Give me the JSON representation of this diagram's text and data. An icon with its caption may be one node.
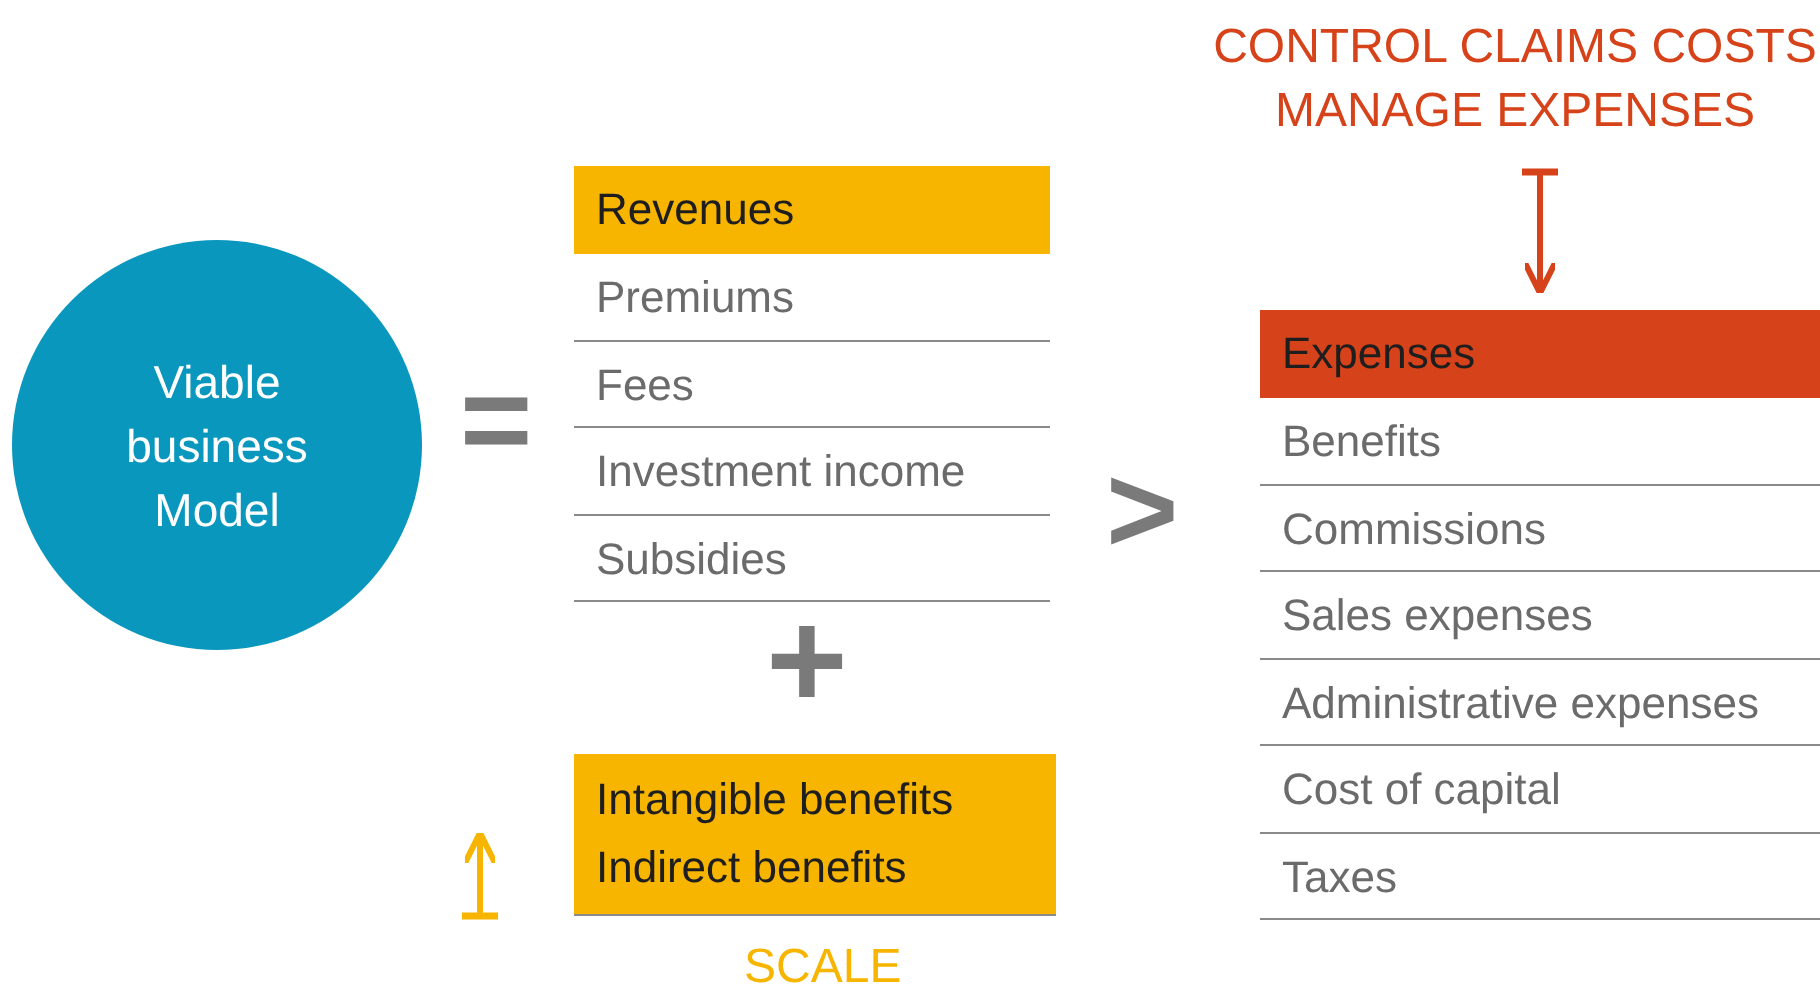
{
  "diagram": {
    "nodes": [
      {
        "text": [
          "Viable business Model"
        ]
      },
      {
        "text": [
          "Revenues"
        ]
      },
      {
        "text": [
          "Premiums"
        ]
      },
      {
        "text": [
          "Fees"
        ]
      },
      {
        "text": [
          "Investment income"
        ]
      },
      {
        "text": [
          "Subsidies"
        ]
      },
      {
        "text": [
          "Intangible benefits",
          "Indirect benefits"
        ],
        "beside": [
          "SCALE"
        ]
      },
      {
        "text": [
          "CONTROL CLAIMS COSTS MANAGE EXPENSES"
        ]
      },
      {
        "text": [
          "Expenses"
        ]
      },
      {
        "text": [
          "Benefits"
        ]
      },
      {
        "text": [
          "Commissions"
        ]
      },
      {
        "text": [
          "Sales expenses"
        ]
      },
      {
        "text": [
          "Administrative expenses"
        ]
      },
      {
        "text": [
          "Cost of capital"
        ]
      },
      {
        "text": [
          "Taxes"
        ]
      }
    ],
    "edges": [
      {
        "from": 7,
        "to": 8,
        "arrow": "to",
        "color": "#d6431a"
      }
    ],
    "labels": [
      "=",
      "+",
      ">"
    ]
  }
}
